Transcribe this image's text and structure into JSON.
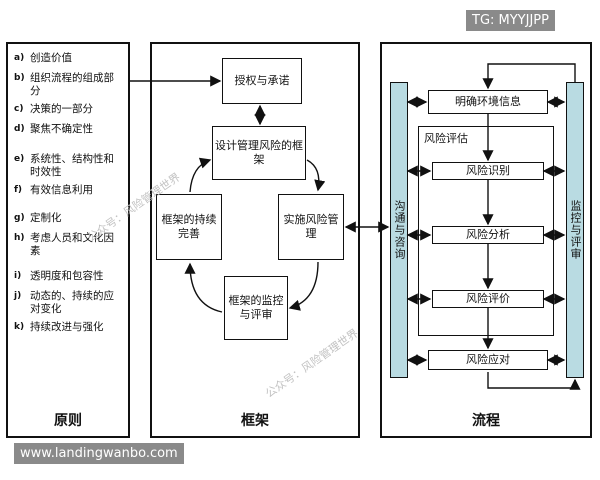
{
  "principles": {
    "title": "原则",
    "items": [
      {
        "key": "a)",
        "text": "创造价值"
      },
      {
        "key": "b)",
        "text": "组织流程的组成部分"
      },
      {
        "key": "c)",
        "text": "决策的一部分"
      },
      {
        "key": "d)",
        "text": "聚焦不确定性"
      },
      {
        "key": "e)",
        "text": "系统性、结构性和时效性"
      },
      {
        "key": "f)",
        "text": "有效信息利用"
      },
      {
        "key": "g)",
        "text": "定制化"
      },
      {
        "key": "h)",
        "text": "考虑人员和文化因素"
      },
      {
        "key": "i)",
        "text": "透明度和包容性"
      },
      {
        "key": "j)",
        "text": "动态的、持续的应对变化"
      },
      {
        "key": "k)",
        "text": "持续改进与强化"
      }
    ]
  },
  "framework": {
    "title": "框架",
    "mandate": "授权与承诺",
    "design": "设计管理风险的框架",
    "implement": "实施风险管理",
    "monitor": "框架的监控与评审",
    "improve": "框架的持续完善"
  },
  "process": {
    "title": "流程",
    "communication": "沟通与咨询",
    "monitoring": "监控与评审",
    "context": "明确环境信息",
    "assessment": "风险评估",
    "identify": "风险识别",
    "analyze": "风险分析",
    "evaluate": "风险评价",
    "treat": "风险应对"
  },
  "overlays": {
    "tg": "TG: MYYJJPP",
    "site": "www.landingwanbo.com",
    "watermark1": "公众号：风险管理世界",
    "watermark2": "公众号：风险管理世界"
  },
  "colors": {
    "bar": "#b9dbe2",
    "line": "#111111",
    "tag": "#8a8a8a"
  }
}
